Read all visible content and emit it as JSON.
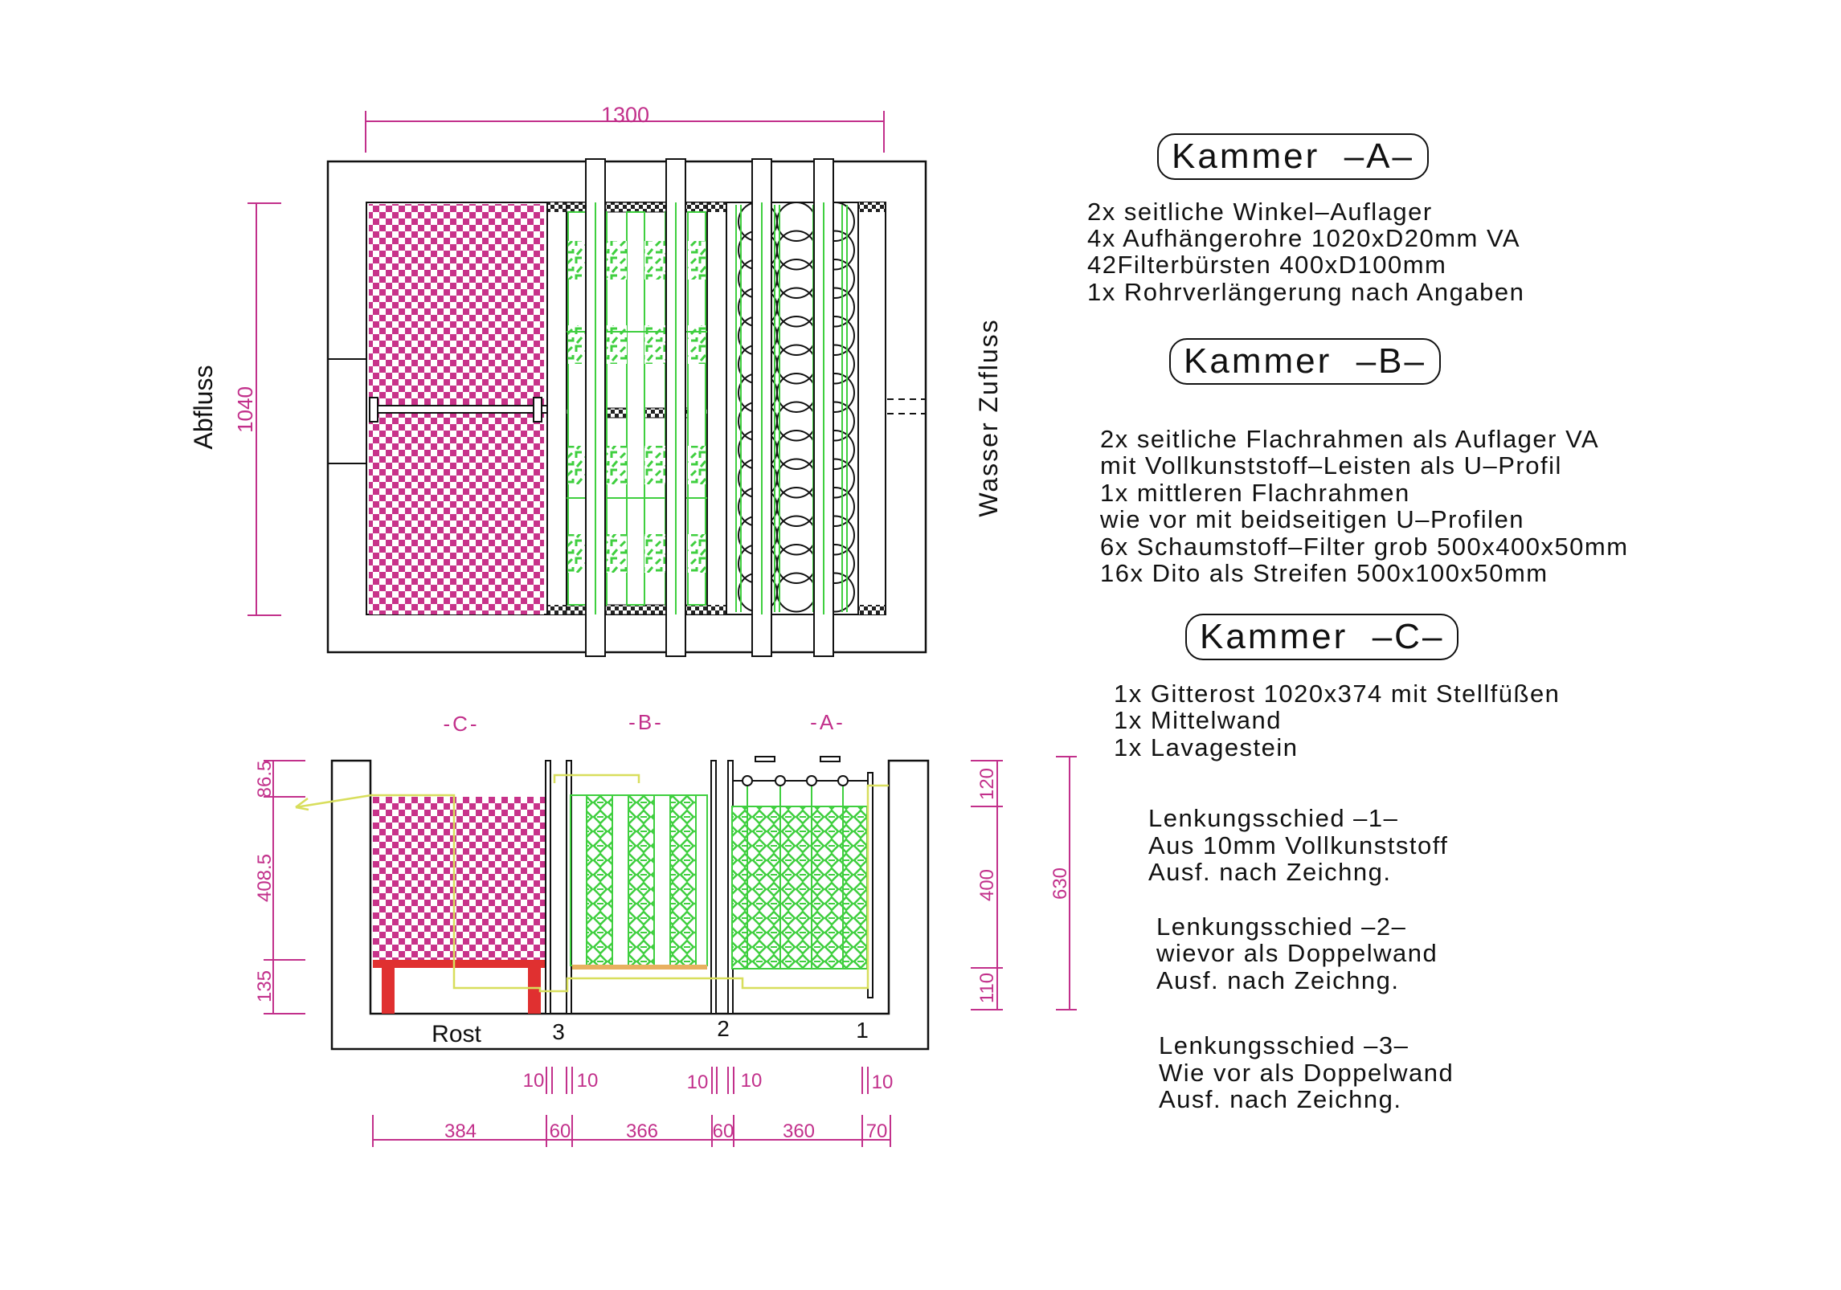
{
  "plan": {
    "width_dim": "1300",
    "height_dim": "1040",
    "label_outlet": "Abfluss",
    "label_inlet": "Wasser Zufluss"
  },
  "section": {
    "chamber_c": "-C-",
    "chamber_b": "-B-",
    "chamber_a": "-A-",
    "dim_left_top": "86.5",
    "dim_left_mid": "408.5",
    "dim_left_bot": "135",
    "dim_right_top": "120",
    "dim_right_mid": "400",
    "dim_right_bot": "110",
    "dim_total_height": "630",
    "label_grate": "Rost",
    "baffle_3": "3",
    "baffle_2": "2",
    "baffle_1": "1",
    "wall_dims": [
      "10",
      "10",
      "10",
      "10",
      "10"
    ],
    "bottom_dims": [
      "384",
      "60",
      "366",
      "60",
      "360",
      "70"
    ]
  },
  "notes": {
    "kammer_a_title": "Kammer  –A–",
    "kammer_a_lines": [
      "2x seitliche Winkel–Auflager",
      "4x Aufhängerohre 1020xD20mm VA",
      "42Filterbürsten 400xD100mm",
      "1x Rohrverlängerung nach Angaben"
    ],
    "kammer_b_title": "Kammer  –B–",
    "kammer_b_lines": [
      "2x seitliche Flachrahmen als Auflager VA",
      "mit Vollkunststoff–Leisten als U–Profil",
      "1x mittleren Flachrahmen",
      "wie vor mit beidseitigen U–Profilen",
      "6x Schaumstoff–Filter grob 500x400x50mm",
      "16x Dito als Streifen 500x100x50mm"
    ],
    "kammer_c_title": "Kammer  –C–",
    "kammer_c_lines": [
      "1x Gitterost 1020x374 mit Stellfüßen",
      "1x Mittelwand",
      "1x Lavagestein"
    ],
    "baffle1_lines": [
      "Lenkungsschied –1–",
      "Aus 10mm Vollkunststoff",
      "Ausf. nach Zeichng."
    ],
    "baffle2_lines": [
      "Lenkungsschied –2–",
      "wievor als Doppelwand",
      "Ausf. nach Zeichng."
    ],
    "baffle3_lines": [
      "Lenkungsschied –3–",
      "Wie vor als Doppelwand",
      "Ausf. nach Zeichng."
    ]
  },
  "colors": {
    "magenta": "#c8338a",
    "green": "#3fcf3f",
    "dim": "#c2308b",
    "red": "#e03030",
    "yellow": "#d8de5c",
    "line": "#111111"
  }
}
